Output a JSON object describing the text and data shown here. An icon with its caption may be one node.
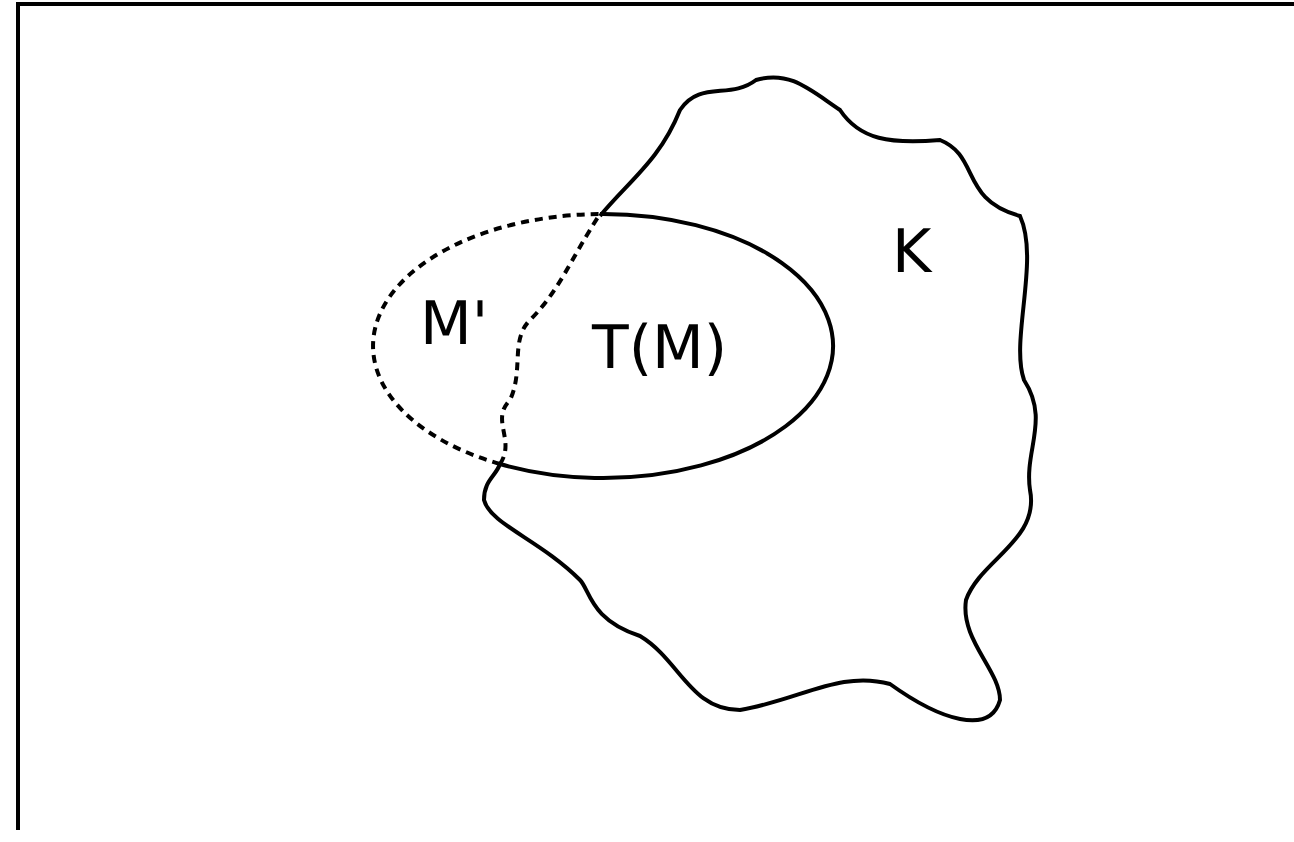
{
  "diagram": {
    "nodes": [
      {
        "text": [
          "K"
        ]
      },
      {
        "text": [
          "M'",
          "T(M)"
        ]
      }
    ]
  }
}
